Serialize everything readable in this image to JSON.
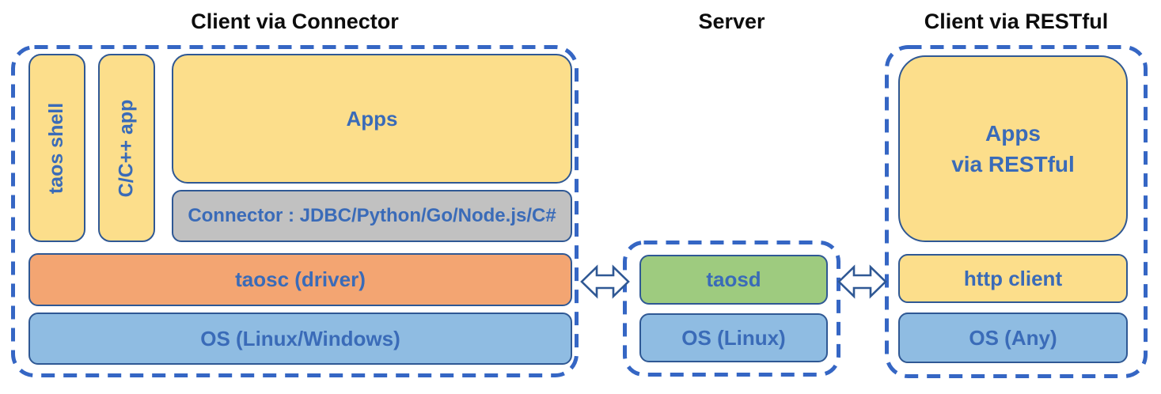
{
  "diagram": {
    "sections": {
      "client_connector": {
        "title": "Client via Connector",
        "boxes": {
          "taos_shell": "taos shell",
          "cpp_app": "C/C++ app",
          "apps": "Apps",
          "connector": "Connector : JDBC/Python/Go/Node.js/C#",
          "taosc": "taosc (driver)",
          "os": "OS (Linux/Windows)"
        }
      },
      "server": {
        "title": "Server",
        "boxes": {
          "taosd": "taosd",
          "os": "OS (Linux)"
        }
      },
      "client_restful": {
        "title": "Client via RESTful",
        "boxes": {
          "apps_line1": "Apps",
          "apps_line2": "via RESTful",
          "http_client": "http client",
          "os": "OS (Any)"
        }
      }
    },
    "icons": {
      "left_link": "double-headed-arrow",
      "right_link": "double-headed-arrow"
    },
    "colors": {
      "app_yellow": "#fcde8b",
      "driver_orange": "#f3a572",
      "os_blue": "#8fbce2",
      "server_green": "#9ecb7f",
      "connector_gray": "#c1c1c1",
      "box_border": "#2f5894",
      "dashed_border": "#3566c4",
      "label_text": "#3a6bb8",
      "title_text": "#0d0d0d"
    }
  }
}
